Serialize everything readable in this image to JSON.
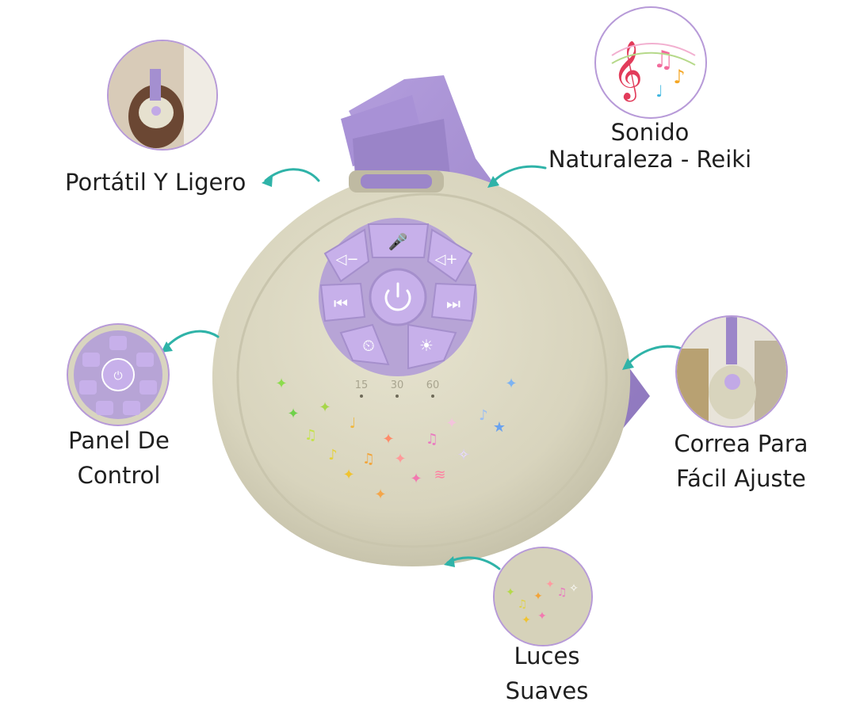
{
  "labels": {
    "portable": "Portátil Y Ligero",
    "sound_line1": "Sonido",
    "sound_line2": "Naturaleza - Reiki",
    "panel_line1": "Panel De",
    "panel_line2": "Control",
    "strap_line1": "Correa Para",
    "strap_line2": "Fácil Ajuste",
    "lights_line1": "Luces",
    "lights_line2": "Suaves"
  },
  "timer_marks": [
    "15",
    "30",
    "60"
  ],
  "colors": {
    "device_body": "#dcd9c4",
    "strap": "#9c86c9",
    "button": "#c2a9e6",
    "arrow": "#2fb3a8",
    "inset_border": "#b79ad8"
  },
  "icons": {
    "arrow": "curved-arrow-icon",
    "mic": "microphone-icon",
    "vol_down": "volume-down-icon",
    "vol_up": "volume-up-icon",
    "power": "power-icon",
    "prev": "previous-track-icon",
    "next": "next-track-icon",
    "timer": "timer-icon",
    "light": "brightness-icon",
    "music": "music-notes-icon"
  }
}
